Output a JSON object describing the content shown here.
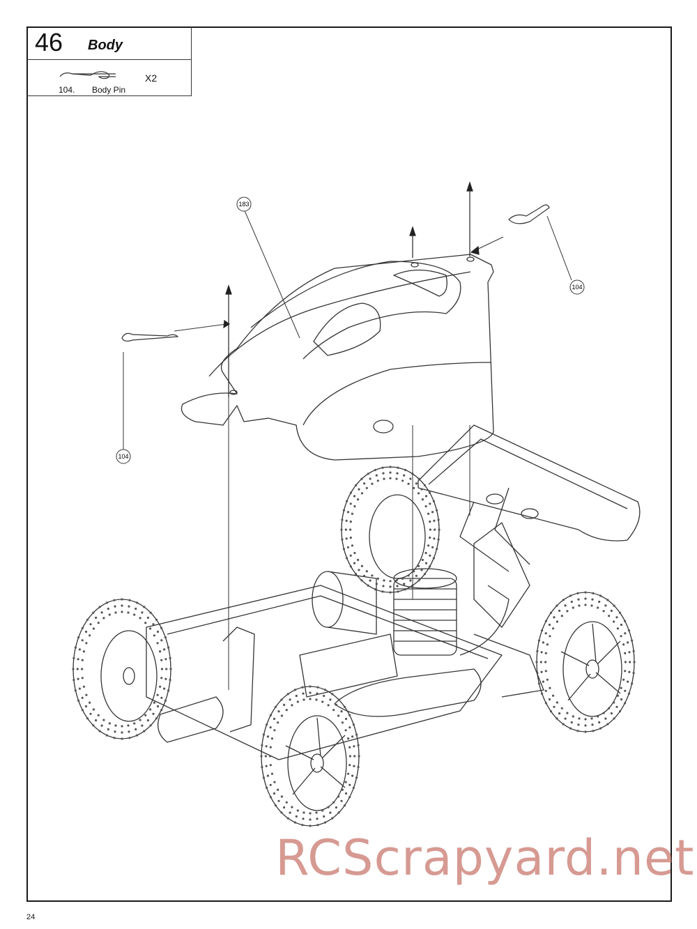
{
  "step": {
    "number": "46",
    "title": "Body",
    "part": {
      "number": "104.",
      "name": "Body Pin",
      "quantity": "X2"
    }
  },
  "callouts": {
    "body": "183",
    "pin_right": "104",
    "pin_left": "104"
  },
  "page_number": "24",
  "watermark": "RCScrapyard.net",
  "icons": [
    "body-pin-icon",
    "up-arrow-icon",
    "leader-arrow-icon"
  ],
  "colors": {
    "line": "#333333",
    "watermark": "#c8786e"
  }
}
